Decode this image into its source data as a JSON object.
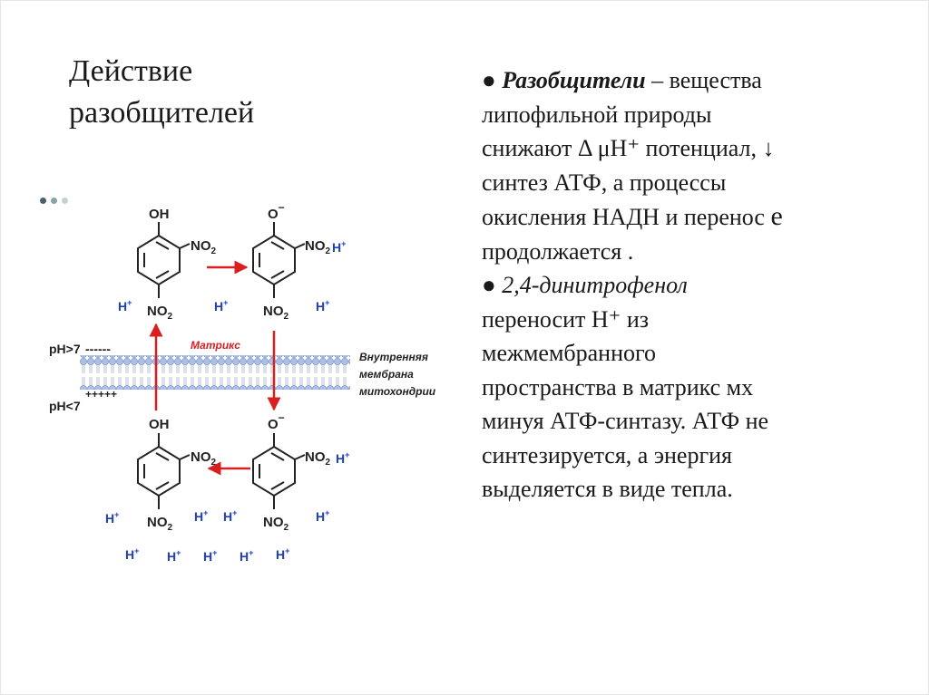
{
  "title": {
    "line1": "Действие",
    "line2": "разобщителей"
  },
  "body": {
    "bullet_char": "●",
    "p1_term": "Разобщители",
    "p1_l1_rest": " – вещества",
    "p1_l2": "липофильной природы",
    "p1_l3": "снижают Δ μН⁺ потенциал, ↓",
    "p1_l4": "синтез АТФ, а процессы",
    "p1_l5": "окисления НАДН и перенос ",
    "p1_l5_e": "е",
    "p1_l6": "продолжается .",
    "p2_term": "2,4-динитрофенол",
    "p2_l2": "переносит Н⁺ из",
    "p2_l3": "межмембранного",
    "p2_l4": "пространства в матрикс мх",
    "p2_l5": "минуя АТФ-синтазу. АТФ не",
    "p2_l6": "синтезируется, а энергия",
    "p2_l7": "выделяется в виде тепла."
  },
  "diagram": {
    "oh": "OH",
    "o_minus": "O",
    "minus": "−",
    "no2": "NO",
    "sub2": "2",
    "h": "H",
    "plus": "+",
    "matrix": "Матрикс",
    "membrane_l1": "Внутренняя",
    "membrane_l2": "мембрана",
    "membrane_l3": "митохондрии",
    "ph_high": "pH>7",
    "ph_low": "pH<7",
    "dashes": "------",
    "pluses": "+++++"
  },
  "colors": {
    "arrow_red": "#d82020",
    "proton_blue": "#1f3fbf",
    "membrane_blue": "#8fa8d8",
    "dot_grey": "#5b6f7a"
  }
}
